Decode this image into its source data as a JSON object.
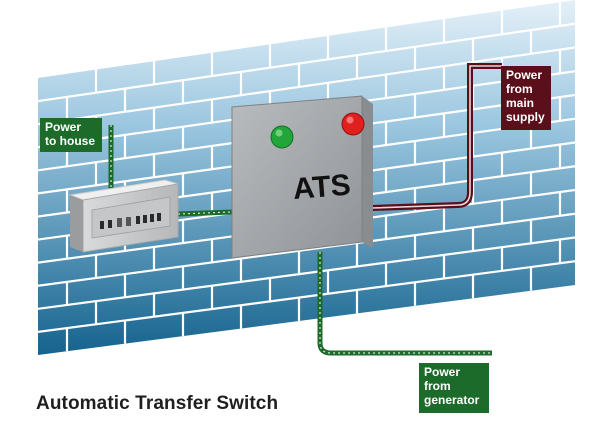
{
  "caption": "Automatic Transfer Switch",
  "ats": {
    "label": "ATS",
    "indicator_green": "#22a63a",
    "indicator_red": "#e01f1f"
  },
  "labels": {
    "power_to_house": [
      "Power",
      "to house"
    ],
    "power_from_main": [
      "Power",
      "from",
      "main",
      "supply"
    ],
    "power_from_generator": [
      "Power",
      "from",
      "generator"
    ]
  },
  "colors": {
    "wall_top": "#dcecf6",
    "wall_bottom": "#15638e",
    "green_cable": "#1c6b2a",
    "main_cable": "#5b0f1b"
  }
}
